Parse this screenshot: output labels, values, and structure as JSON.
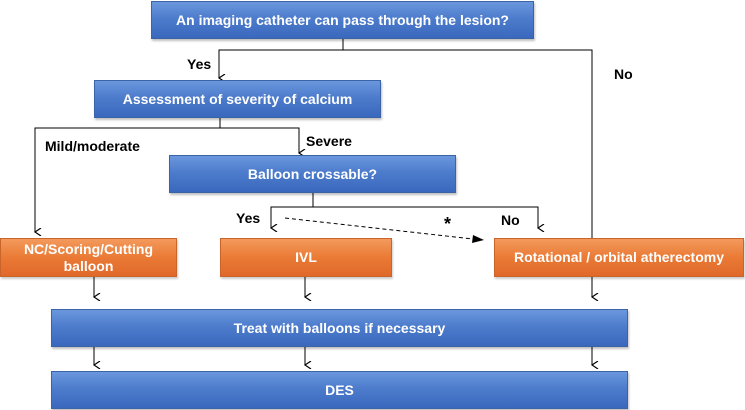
{
  "boxes": {
    "imaging": "An imaging catheter can pass through the lesion?",
    "assessment": "Assessment of severity of calcium",
    "balloon_crossable": "Balloon crossable?",
    "nc_balloon_line1": "NC/Scoring/Cutting",
    "nc_balloon_line2": "balloon",
    "ivl": "IVL",
    "atherectomy": "Rotational / orbital atherectomy",
    "treat": "Treat with balloons if necessary",
    "des": "DES"
  },
  "labels": {
    "yes_top": "Yes",
    "no_top": "No",
    "mild": "Mild/moderate",
    "severe": "Severe",
    "yes_mid": "Yes",
    "no_mid": "No",
    "asterisk": "*"
  },
  "colors": {
    "blue": "#4d7ccc",
    "orange": "#ea7a35",
    "line": "#000000"
  }
}
